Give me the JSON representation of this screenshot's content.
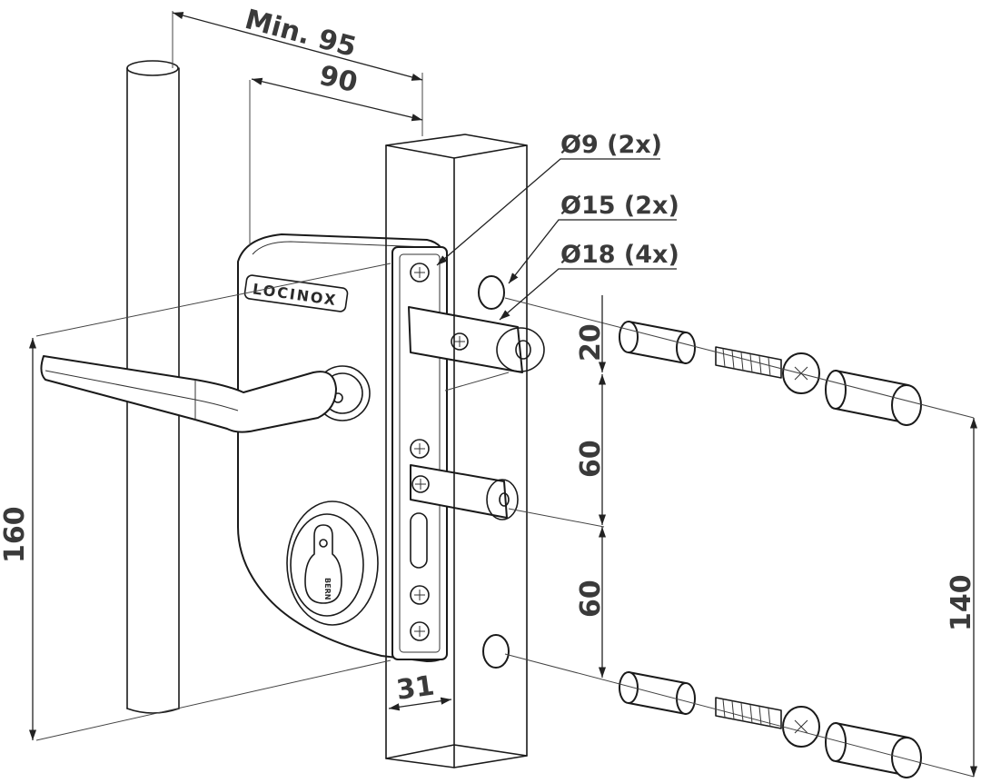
{
  "drawing": {
    "brand_name": "LOCINOX",
    "cylinder_label": "BERN",
    "dimensions": {
      "min_width": "Min. 95",
      "width": "90",
      "height_left": "160",
      "spacing_top": "20",
      "spacing_mid": "60",
      "spacing_low": "60",
      "height_right": "140",
      "depth": "31"
    },
    "callouts": {
      "hole_9": "Ø9 (2x)",
      "hole_15": "Ø15 (2x)",
      "hole_18": "Ø18 (4x)"
    }
  }
}
